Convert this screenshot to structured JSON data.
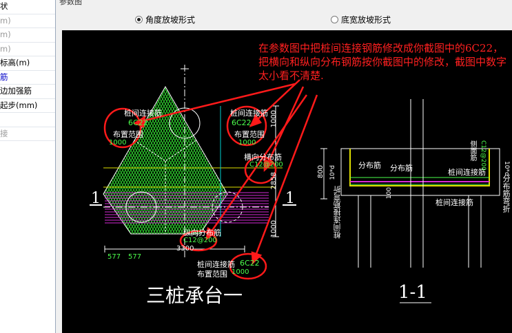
{
  "left_panel": {
    "rows": [
      "状",
      "m)",
      "m)",
      "m)",
      "标高(m)",
      "筋",
      "边加强筋",
      "起步(mm)",
      "",
      "接"
    ]
  },
  "panel_title": "参数图",
  "radios": {
    "angle": "角度放坡形式",
    "width": "底宽放坡形式"
  },
  "annotation": "在参数图中把桩间连接钢筋修改成你截图中的6C22，把横向和纵向分布钢筋按你截图中的修改，截图中数字太小看不清楚.",
  "plan": {
    "title": "三桩承台一",
    "section_mark": "1",
    "dim_bottom": "3300",
    "dim_left": "577",
    "dim_left2": "577",
    "dim_right_top": "1000",
    "dim_right_mid": "2858",
    "dim_right_bot": "1000",
    "label_left_1": "桩间连接筋",
    "label_left_2": "6C22",
    "label_left_3": "布置范围",
    "label_left_4": "1000",
    "label_right_1": "桩间连接筋",
    "label_right_2": "6C22",
    "label_right_3": "布置范围",
    "label_right_4": "1000",
    "label_h_dist": "横向分布筋",
    "label_h_val": "C12@200",
    "label_v_dist": "纵向分布筋",
    "label_v_val": "C12@200",
    "label_bot_1": "桩间连接筋",
    "label_bot_2": "6C22",
    "label_bot_3": "布置范围",
    "label_bot_4": "1000"
  },
  "section": {
    "title": "1-1",
    "lbl_dist1": "分布筋",
    "lbl_dist2": "分布筋",
    "lbl_conn1": "桩间连接筋",
    "lbl_conn2": "桩间连接筋",
    "lbl_side": "侧面筋",
    "lbl_side_val": "C12@200",
    "lbl_left_vert": "桩间连接筋弯折",
    "lbl_right_vert": "分布筋弯折",
    "dim_800": "800",
    "dim_10d": "10*d",
    "dim_10d_r": "10*d",
    "dim_100": "100"
  }
}
